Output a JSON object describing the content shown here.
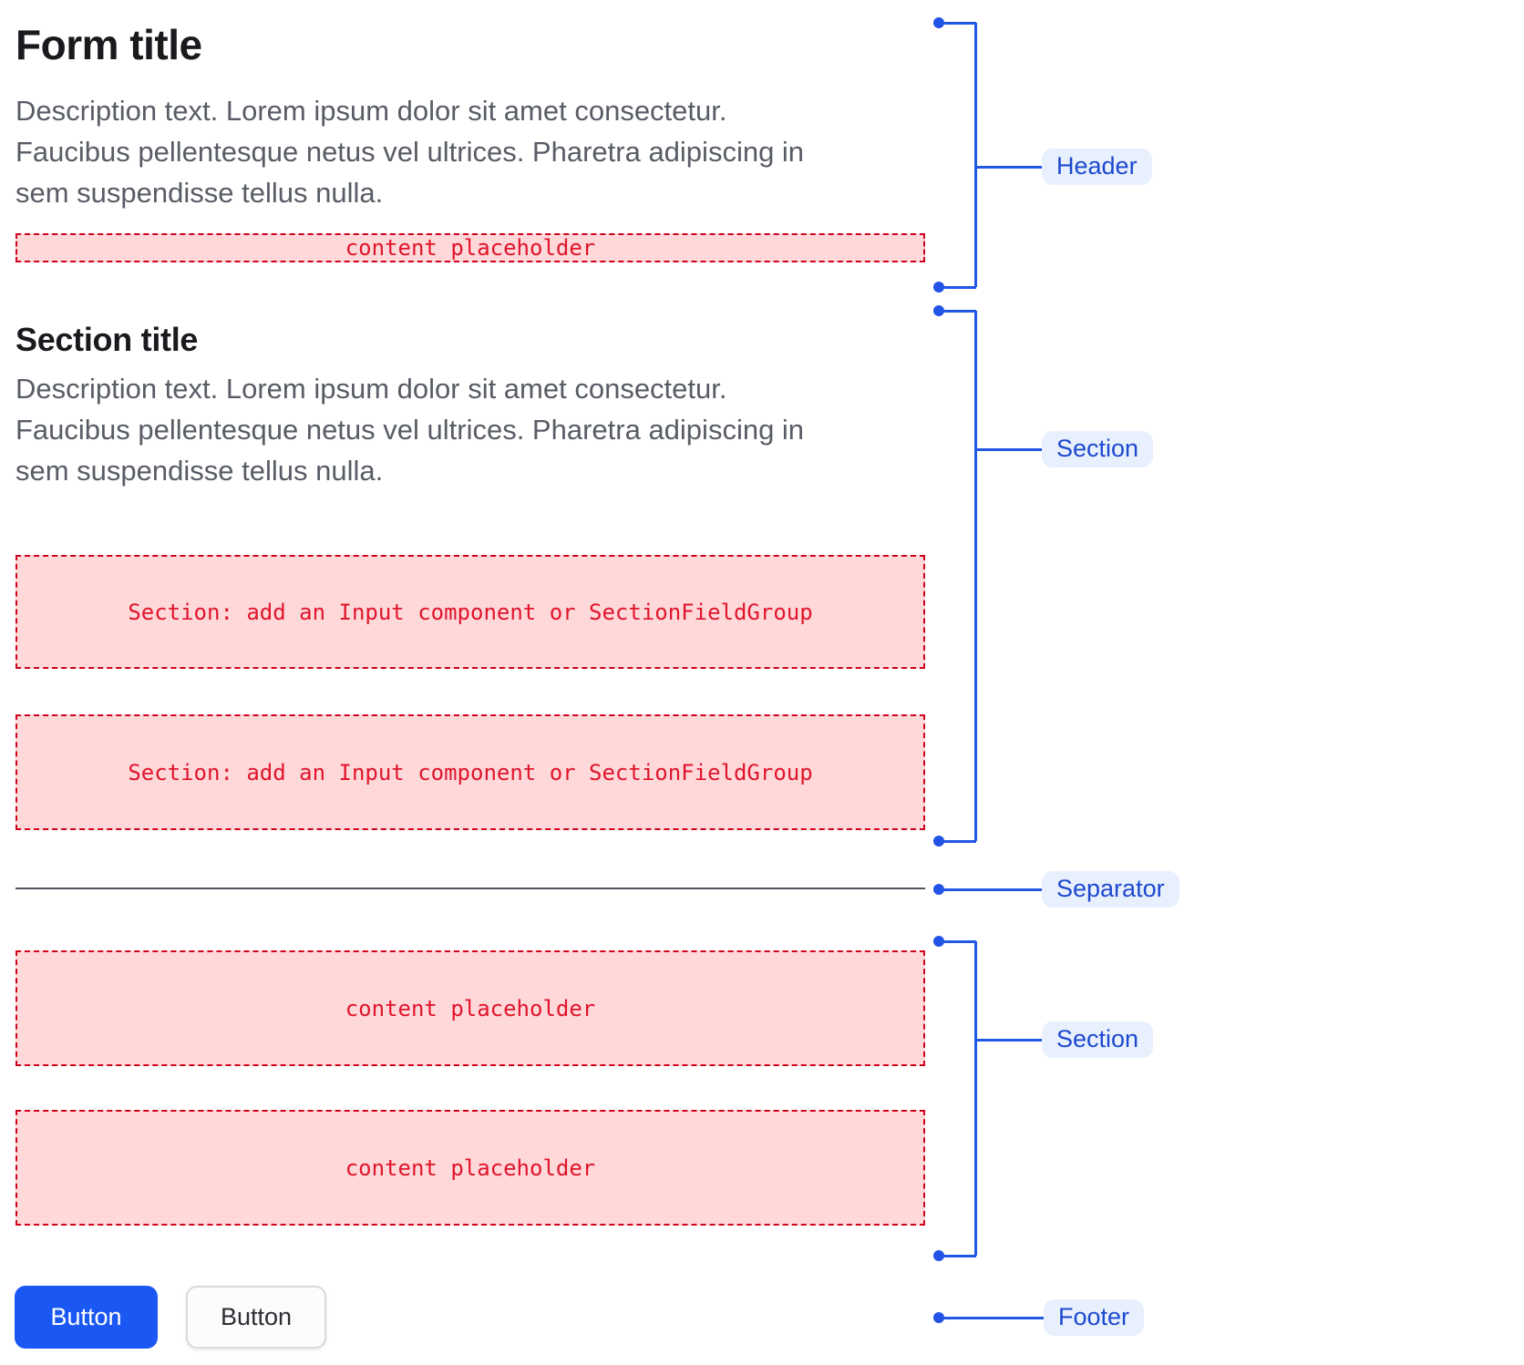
{
  "form": {
    "title": "Form title",
    "description": "Description text. Lorem ipsum dolor sit amet consectetur.\nFaucibus pellentesque netus vel ultrices. Pharetra adipiscing in\nsem suspendisse tellus nulla.",
    "header_placeholder": "content placeholder"
  },
  "section1": {
    "title": "Section title",
    "description": "Description text. Lorem ipsum dolor sit amet consectetur.\nFaucibus pellentesque netus vel ultrices. Pharetra adipiscing in\nsem suspendisse tellus nulla.",
    "placeholders": [
      "Section: add an Input component or SectionFieldGroup",
      "Section: add an Input component or SectionFieldGroup"
    ]
  },
  "section2": {
    "placeholders": [
      "content placeholder",
      "content placeholder"
    ]
  },
  "footer": {
    "buttons": [
      {
        "label": "Button",
        "variant": "primary"
      },
      {
        "label": "Button",
        "variant": "secondary"
      }
    ]
  },
  "annotations": {
    "header_label": "Header",
    "section1_label": "Section",
    "separator_label": "Separator",
    "section2_label": "Section",
    "footer_label": "Footer"
  },
  "colors": {
    "connector_blue": "#2257e5",
    "tag_background": "#e8f0fe",
    "tag_text": "#1d49cf",
    "placeholder_background": "#ffd8da",
    "placeholder_border": "#d0021b",
    "placeholder_text": "#e0152c",
    "primary_button_background": "#1b58f3",
    "secondary_button_background": "#fcfcfd",
    "title_text": "#191a1e",
    "description_text": "#585c64",
    "separator_line": "#51545c"
  }
}
